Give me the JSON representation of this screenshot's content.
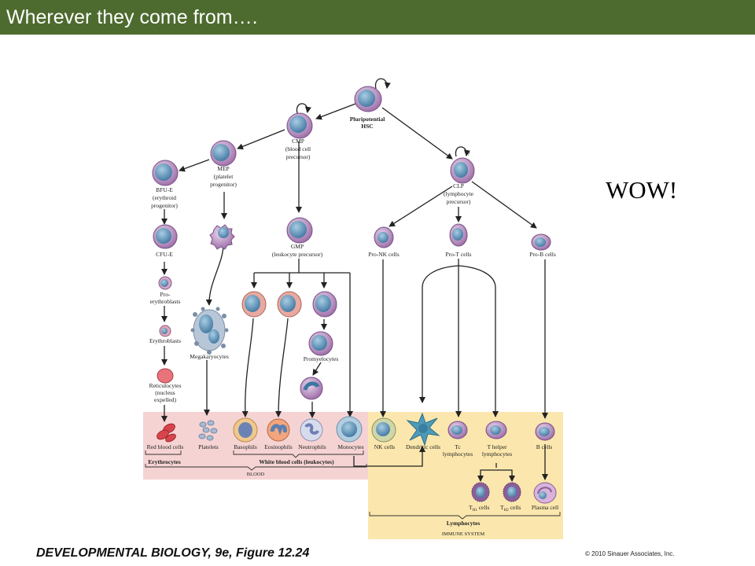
{
  "slide": {
    "title": "Wherever they come from….",
    "side_note": "WOW!",
    "footer": "DEVELOPMENTAL BIOLOGY, 9e, Figure 12.24",
    "copyright": "© 2010 Sinauer Associates, Inc."
  },
  "colors": {
    "header_bar": "#4e6b2f",
    "blood_region": "#f6d3d3",
    "immune_region": "#fbe7ad",
    "cell_membrane": "#b98bbf",
    "cell_nucleus": "#5c90b6"
  },
  "labels": {
    "hsc": "Pluripotential",
    "hsc2": "HSC",
    "q1": "?",
    "q2": "?",
    "cmp": "CMP",
    "cmp2": "(blood cell",
    "cmp3": "precursor)",
    "clp": "CLP",
    "clp2": "(lymphocyte",
    "clp3": "precursor)",
    "mep": "MEP",
    "mep2": "(platelet",
    "mep3": "progenitor)",
    "bfue": "BFU-E",
    "bfue2": "(erythroid",
    "bfue3": "progenitor)",
    "cfue": "CFU-E",
    "gmp": "GMP",
    "gmp2": "(leukocyte precursor)",
    "pro_nk": "Pro-NK cells",
    "pro_t": "Pro-T cells",
    "pro_b": "Pro-B cells",
    "pro_ery": "Pro-",
    "pro_ery2": "erythroblasts",
    "erythroblasts": "Erythroblasts",
    "megakaryocytes": "Megakaryocytes",
    "promyelocytes": "Promyelocytes",
    "reticulocytes": "Reticulocytes",
    "reticulocytes2": "(nucleus",
    "reticulocytes3": "expelled)",
    "red_blood_cells": "Red blood cells",
    "platelets": "Platelets",
    "basophils": "Basophils",
    "eosinophils": "Eosinophils",
    "neutrophils": "Neutrophils",
    "monocytes": "Monocytes",
    "nk_cells": "NK cells",
    "dendritic": "Dendritic cells",
    "tc": "Tc",
    "tc2": "lymphocytes",
    "th": "T helper",
    "th2": "lymphocytes",
    "b_cells": "B cells",
    "erythrocytes": "Erythrocytes",
    "wbc": "White blood cells (leukocytes)",
    "blood": "BLOOD",
    "th1": "T",
    "th1_sub": "H1",
    "th1_cells": "cells",
    "th2_t": "T",
    "th2_sub": "H2",
    "th2_cells": "cells",
    "plasma": "Plasma cell",
    "lymphocytes": "Lymphocytes",
    "immune": "IMMUNE SYSTEM"
  }
}
